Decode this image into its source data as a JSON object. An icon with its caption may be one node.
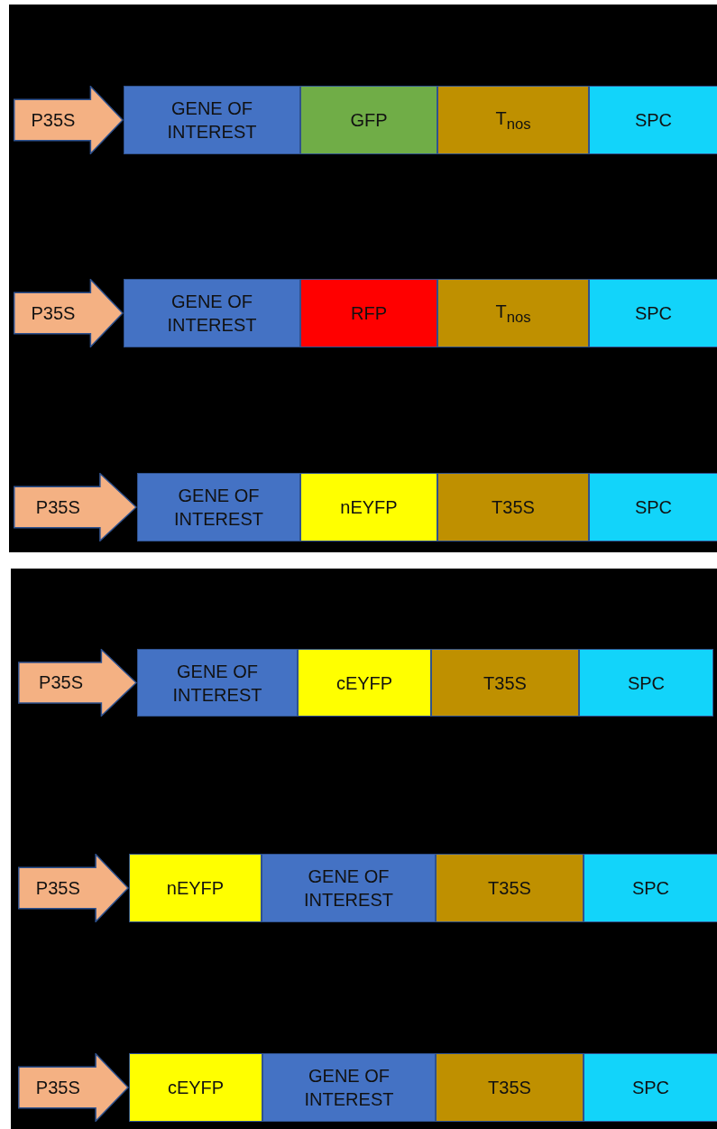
{
  "diagram": {
    "nodes": [
      {
        "text": [
          "P35S"
        ]
      },
      {
        "text": [
          "GENE OF INTEREST"
        ]
      },
      {
        "text": [
          "GFP"
        ]
      },
      {
        "text": [
          "T$_{nos}$"
        ]
      },
      {
        "text": [
          "SPC"
        ]
      },
      {
        "text": [
          "P35S"
        ]
      },
      {
        "text": [
          "GENE OF INTEREST"
        ]
      },
      {
        "text": [
          "RFP"
        ]
      },
      {
        "text": [
          "T$_{nos}$"
        ]
      },
      {
        "text": [
          "SPC"
        ]
      },
      {
        "text": [
          "P35S"
        ]
      },
      {
        "text": [
          "GENE OF INTEREST"
        ]
      },
      {
        "text": [
          "nEYFP"
        ]
      },
      {
        "text": [
          "T35S"
        ]
      },
      {
        "text": [
          "SPC"
        ]
      },
      {
        "text": [
          "P35S"
        ]
      },
      {
        "text": [
          "GENE OF INTEREST"
        ]
      },
      {
        "text": [
          "cEYFP"
        ]
      },
      {
        "text": [
          "T35S"
        ]
      },
      {
        "text": [
          "SPC"
        ]
      },
      {
        "text": [
          "P35S"
        ]
      },
      {
        "text": [
          "nEYFP"
        ]
      },
      {
        "text": [
          "GENE OF INTEREST"
        ]
      },
      {
        "text": [
          "T35S"
        ]
      },
      {
        "text": [
          "SPC"
        ]
      },
      {
        "text": [
          "P35S"
        ]
      },
      {
        "text": [
          "cEYFP"
        ]
      },
      {
        "text": [
          "GENE OF INTEREST"
        ]
      },
      {
        "text": [
          "T35S"
        ]
      },
      {
        "text": [
          "SPC"
        ]
      }
    ]
  }
}
